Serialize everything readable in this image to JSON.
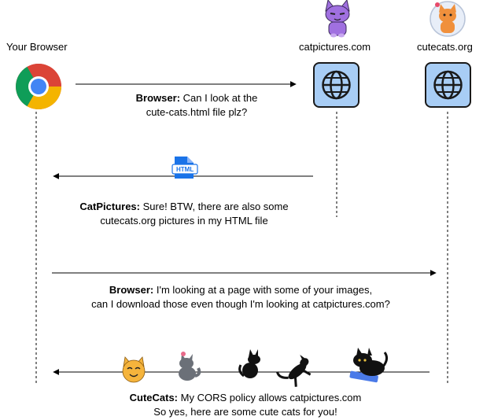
{
  "actors": {
    "browser": {
      "label": "Your Browser",
      "icon": "chrome-browser-icon"
    },
    "catpictures": {
      "label": "catpictures.com",
      "icon": "globe-server-icon"
    },
    "cutecats": {
      "label": "cutecats.org",
      "icon": "globe-server-icon"
    }
  },
  "messages": [
    {
      "speaker": "Browser:",
      "line1": "Can I look at the",
      "line2": "cute-cats.html file plz?"
    },
    {
      "speaker": "CatPictures:",
      "line1": "Sure! BTW, there are also some",
      "line2": "cutecats.org pictures in my HTML file",
      "icon_label": "HTML"
    },
    {
      "speaker": "Browser:",
      "line1": "I'm looking at a page with some of your images,",
      "line2": "can I download those even though I'm looking at catpictures.com?"
    },
    {
      "speaker": "CuteCats:",
      "line1": "My CORS policy allows catpictures.com",
      "line2": "So yes, here are some cute cats for you!"
    }
  ],
  "colors": {
    "server_fill": "#a8cdf5",
    "server_stroke": "#1a1a1a",
    "html_file": "#1a73e8",
    "line": "#000000",
    "catpictures_cat": "#a070e0",
    "cutecats_cat": "#f0903c"
  }
}
